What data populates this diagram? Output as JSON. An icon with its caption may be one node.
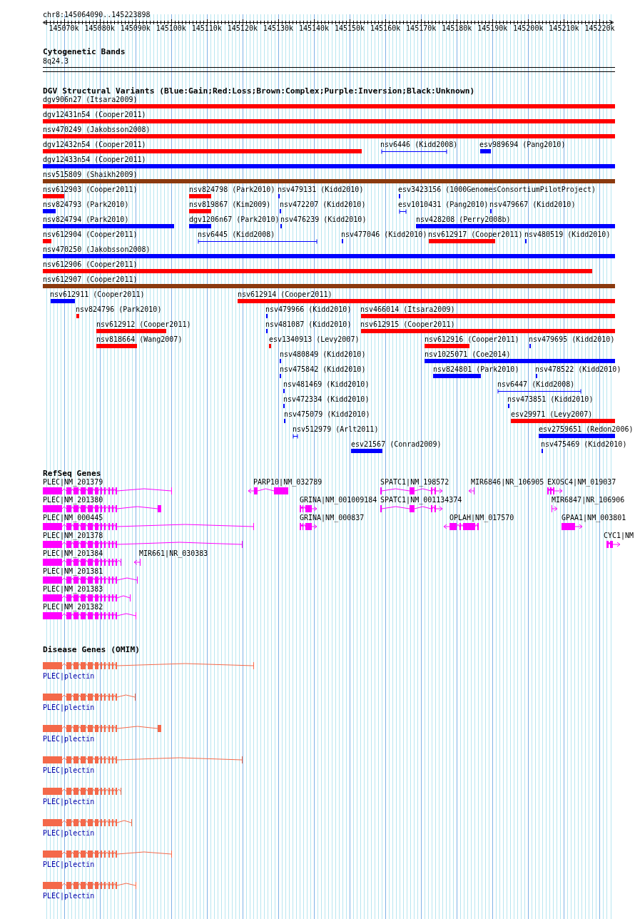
{
  "diagram": {
    "labels": [
      "chr8:145064090..145223898",
      "145070k",
      "145080k",
      "145090k",
      "145100k",
      "145110k",
      "145120k",
      "145130k",
      "145140k",
      "145150k",
      "145160k",
      "145170k",
      "145180k",
      "145190k",
      "145200k",
      "145210k",
      "145220k",
      "Cytogenetic Bands",
      "8q24.3",
      "DGV Structural Variants (Blue:Gain;Red:Loss;Brown:Complex;Purple:Inversion;Black:Unknown)",
      "dgv906n27 (Itsara2009)",
      "dgv12431n54 (Cooper2011)",
      "nsv470249 (Jakobsson2008)",
      "dgv12432n54 (Cooper2011)",
      "nsv6446 (Kidd2008)",
      "esv989694 (Pang2010)",
      "dgv12433n54 (Cooper2011)",
      "nsv515809 (Shaikh2009)",
      "nsv612903 (Cooper2011)",
      "nsv824798 (Park2010)",
      "nsv479131 (Kidd2010)",
      "esv3423156 (1000GenomesConsortiumPilotProject)",
      "nsv824793 (Park2010)",
      "nsv819867 (Kim2009)",
      "nsv472207 (Kidd2010)",
      "esv1010431 (Pang2010)",
      "nsv479667 (Kidd2010)",
      "nsv824794 (Park2010)",
      "dgv1206n67 (Park2010)",
      "nsv476239 (Kidd2010)",
      "nsv428208 (Perry2008b)",
      "nsv612904 (Cooper2011)",
      "nsv6445 (Kidd2008)",
      "nsv477046 (Kidd2010)",
      "nsv612917 (Cooper2011)",
      "nsv480519 (Kidd2010)",
      "nsv470250 (Jakobsson2008)",
      "nsv612906 (Cooper2011)",
      "nsv612907 (Cooper2011)",
      "nsv612911 (Cooper2011)",
      "nsv612914 (Cooper2011)",
      "nsv824796 (Park2010)",
      "nsv479966 (Kidd2010)",
      "nsv466014 (Itsara2009)",
      "nsv612912 (Cooper2011)",
      "nsv481087 (Kidd2010)",
      "nsv612915 (Cooper2011)",
      "nsv818664 (Wang2007)",
      "esv1340913 (Levy2007)",
      "nsv612916 (Cooper2011)",
      "nsv479695 (Kidd2010)",
      "nsv480849 (Kidd2010)",
      "nsv1025071 (Coe2014)",
      "nsv475842 (Kidd2010)",
      "nsv824801 (Park2010)",
      "nsv478522 (Kidd2010)",
      "nsv481469 (Kidd2010)",
      "nsv6447 (Kidd2008)",
      "nsv472334 (Kidd2010)",
      "nsv473851 (Kidd2010)",
      "nsv475079 (Kidd2010)",
      "esv29971 (Levy2007)",
      "nsv512979 (Arlt2011)",
      "esv2759651 (Redon2006)",
      "esv21567 (Conrad2009)",
      "nsv475469 (Kidd2010)",
      "RefSeq Genes",
      "PLEC|NM_201379",
      "PARP10|NM_032789",
      "SPATC1|NM_198572",
      "MIR6846|NR_106905",
      "EXOSC4|NM_019037",
      "PLEC|NM_201380",
      "GRINA|NM_001009184",
      "SPATC1|NM_001134374",
      "MIR6847|NR_106906",
      "PLEC|NM_000445",
      "GRINA|NM_000837",
      "OPLAH|NM_017570",
      "GPAA1|NM_003801",
      "PLEC|NM_201378",
      "CYC1|NM",
      "PLEC|NM_201384",
      "MIR661|NR_030383",
      "PLEC|NM_201381",
      "PLEC|NM_201383",
      "PLEC|NM_201382",
      "Disease Genes (OMIM)",
      "PLEC|plectin",
      "PLEC|plectin",
      "PLEC|plectin",
      "PLEC|plectin",
      "PLEC|plectin",
      "PLEC|plectin",
      "PLEC|plectin",
      "PLEC|plectin"
    ]
  }
}
